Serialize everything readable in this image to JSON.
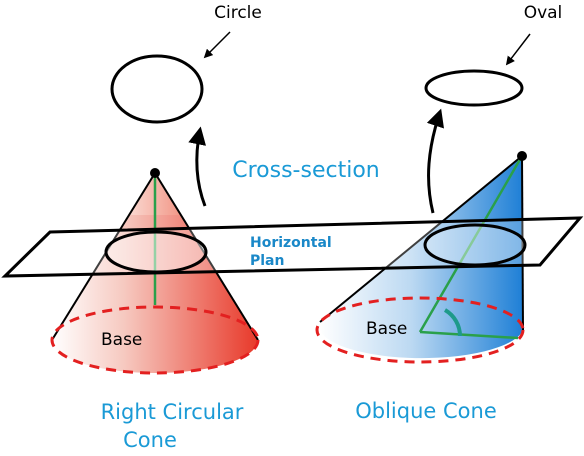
{
  "labels": {
    "circle": "Circle",
    "oval": "Oval",
    "cross_section": "Cross-section",
    "plane_line1": "Horizontal",
    "plane_line2": "Plan",
    "base_left": "Base",
    "base_right": "Base",
    "right_cone_line1": "Right Circular",
    "right_cone_line2": "Cone",
    "oblique_cone": "Oblique Cone"
  },
  "colors": {
    "red": "#e8392a",
    "blue": "#1e7fd6",
    "label_blue": "#1a9ad6",
    "plane_text": "#1a88c8",
    "green": "#2aa04a",
    "teal": "#1e9a8a",
    "black": "#000000"
  }
}
